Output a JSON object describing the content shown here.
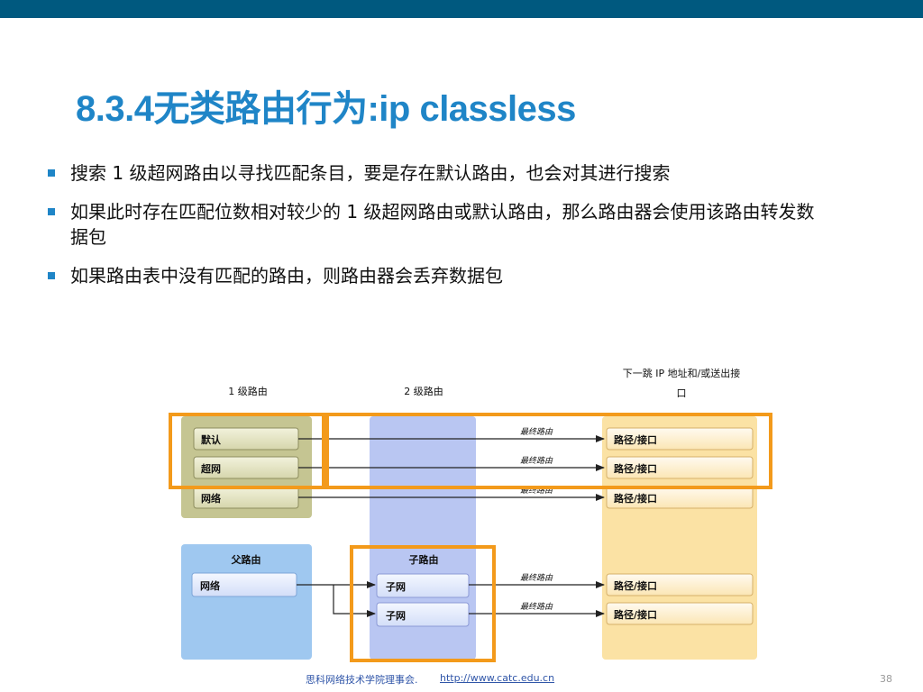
{
  "slide": {
    "title": "8.3.4无类路由行为:ip classless",
    "bullets": [
      "搜索 1 级超网路由以寻找匹配条目，要是存在默认路由，也会对其进行搜索",
      "如果此时存在匹配位数相对较少的 1 级超网路由或默认路由，那么路由器会使用该路由转发数据包",
      "如果路由表中没有匹配的路由，则路由器会丢弃数据包"
    ]
  },
  "diagram": {
    "header_level1": "1 级路由",
    "header_level2": "2 级路由",
    "header_nexthop_line1": "下一跳 IP 地址和/或送出接",
    "header_nexthop_line2": "口",
    "level1_items": [
      "默认",
      "超网",
      "网络"
    ],
    "parent_route_title": "父路由",
    "parent_route_item": "网络",
    "child_route_title": "子路由",
    "child_items": [
      "子网",
      "子网"
    ],
    "arrow_label": "最终路由",
    "nexthop_items": [
      "路径/接口",
      "路径/接口",
      "路径/接口",
      "路径/接口",
      "路径/接口"
    ]
  },
  "footer": {
    "org": "思科网络技术学院理事会.",
    "url": "http://www.catc.edu.cn",
    "page": "38"
  },
  "colors": {
    "topbar": "#00597f",
    "title": "#1f85c7",
    "highlight": "#f39a1b",
    "level1_panel": "#c5c592",
    "parent_panel": "#9fc8f0",
    "level2_panel": "#b9c6f2",
    "nexthop_panel": "#fbe2a4"
  }
}
